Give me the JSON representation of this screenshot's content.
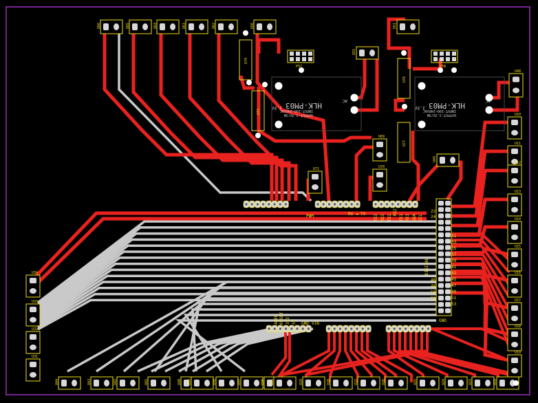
{
  "colors": {
    "background": "#000000",
    "board_outline": "#a12fbf",
    "copper_top": "#e8221f",
    "copper_bottom": "#c9c9c9",
    "silkscreen": "#f2e01b",
    "pad": "#d8d8d8",
    "via": "#ffffff"
  },
  "labels": {
    "module_name": "HLK-PM03",
    "module_input": "INPUT:100~240VAC",
    "module_output": "OUTPUT:3.3V/3W",
    "ac": "AC",
    "out_v": "3.3V",
    "pwm": "PWM",
    "digital": "DIGITAL",
    "rx_tx": "RX ◄ TX",
    "tx3": "TX3",
    "rx3": "RX3",
    "tx2": "TX2",
    "rx2": "RX2",
    "tx1": "TX1",
    "rx1": "RX1",
    "sda": "SDA",
    "scl": "SCL",
    "aref": "AREF",
    "reset": "RESET",
    "v33": "3V3",
    "v5": "5V",
    "gnd": "GND",
    "vin": "VIN",
    "p22": "22",
    "p24": "24",
    "p31": "31",
    "p33": "33",
    "p35": "35",
    "p37": "37",
    "p39": "39",
    "p41": "41",
    "p43": "43",
    "p45": "45",
    "p47": "47",
    "p49": "49",
    "p51": "51",
    "p53": "53",
    "gnd2": "GND",
    "p52": "52",
    "p50": "50",
    "p48": "48",
    "p46": "46"
  },
  "components": {
    "u_top": [
      "U66",
      "U65",
      "U64",
      "U63",
      "U62",
      "U56"
    ],
    "u_right": [
      "U10",
      "U11",
      "U12",
      "U13",
      "U14",
      "U15",
      "U16",
      "U17",
      "U18",
      "U19",
      "U20"
    ],
    "u_left": [
      "U34",
      "U33",
      "U32",
      "U31"
    ],
    "u_bottom": [
      "U44",
      "U43",
      "U42",
      "U41",
      "U40",
      "U39",
      "U38",
      "U37",
      "U36",
      "U35",
      "U29",
      "U28",
      "U27",
      "U26",
      "U25",
      "U24",
      "U23",
      "U22",
      "U21",
      "U20"
    ],
    "misc": [
      "U51",
      "U48",
      "U49",
      "U50",
      "U55",
      "U71",
      "U70",
      "U69",
      "U73",
      "U74",
      "U76",
      "U77",
      "U78",
      "P57",
      "P58"
    ]
  }
}
